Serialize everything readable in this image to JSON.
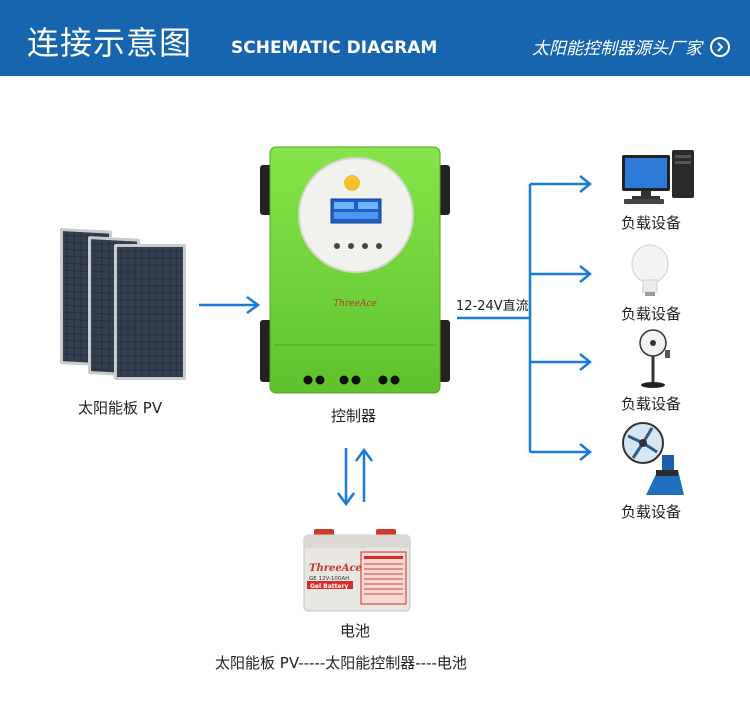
{
  "header": {
    "title_cn": "连接示意图",
    "title_en": "SCHEMATIC DIAGRAM",
    "link_text": "太阳能控制器源头厂家"
  },
  "controller": {
    "brand": "ThreeAce",
    "label": "控制器"
  },
  "solar_panel": {
    "label": "太阳能板 PV"
  },
  "dc_label": "12-24V直流",
  "loads": [
    {
      "label": "负载设备",
      "icon": "computer-icon"
    },
    {
      "label": "负载设备",
      "icon": "light-bulb-icon"
    },
    {
      "label": "负载设备",
      "icon": "standing-fan-icon"
    },
    {
      "label": "负载设备",
      "icon": "industrial-fan-icon"
    }
  ],
  "battery": {
    "label": "电池",
    "brand": "ThreeAce",
    "model": "GE 12V-100AH",
    "type": "Gel Battery"
  },
  "footer": "太阳能板 PV-----太阳能控制器----电池",
  "colors": {
    "header_bg": "#1665ae",
    "arrow": "#1a7bd8",
    "controller_green": "#76d63a",
    "battery_body": "#e8e6e2",
    "battery_label": "#d82c24"
  }
}
